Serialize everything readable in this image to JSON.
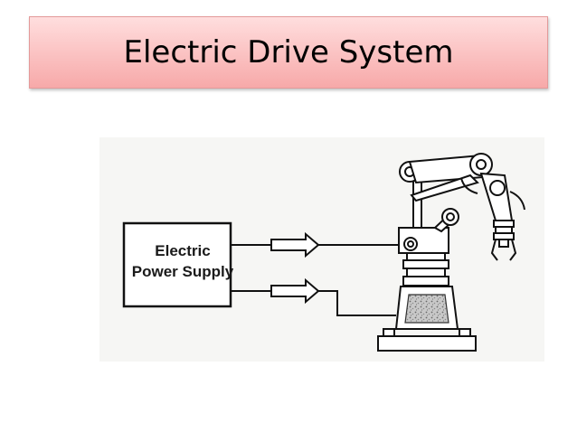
{
  "slide": {
    "title": "Electric Drive System"
  },
  "diagram": {
    "power_supply_label_line1": "Electric",
    "power_supply_label_line2": "Power Supply"
  }
}
